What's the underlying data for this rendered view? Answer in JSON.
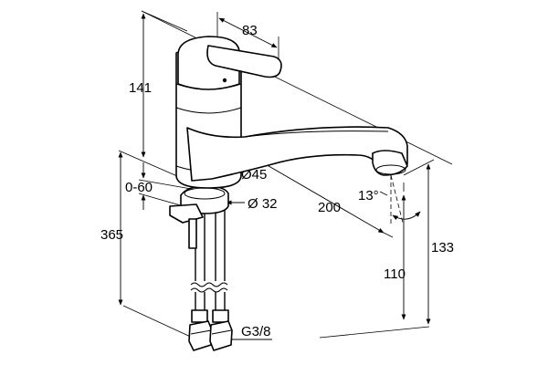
{
  "dimensions": {
    "lever_width": "83",
    "height_body": "141",
    "deck_thickness": "0-60",
    "total_height": "365",
    "body_diameter": "Ø45",
    "hole_diameter": "Ø 32",
    "reach": "200",
    "spout_angle": "13°",
    "spout_height": "133",
    "outlet_height": "110",
    "connection_thread": "G3/8"
  },
  "colors": {
    "line": "#000000",
    "background": "#ffffff"
  }
}
